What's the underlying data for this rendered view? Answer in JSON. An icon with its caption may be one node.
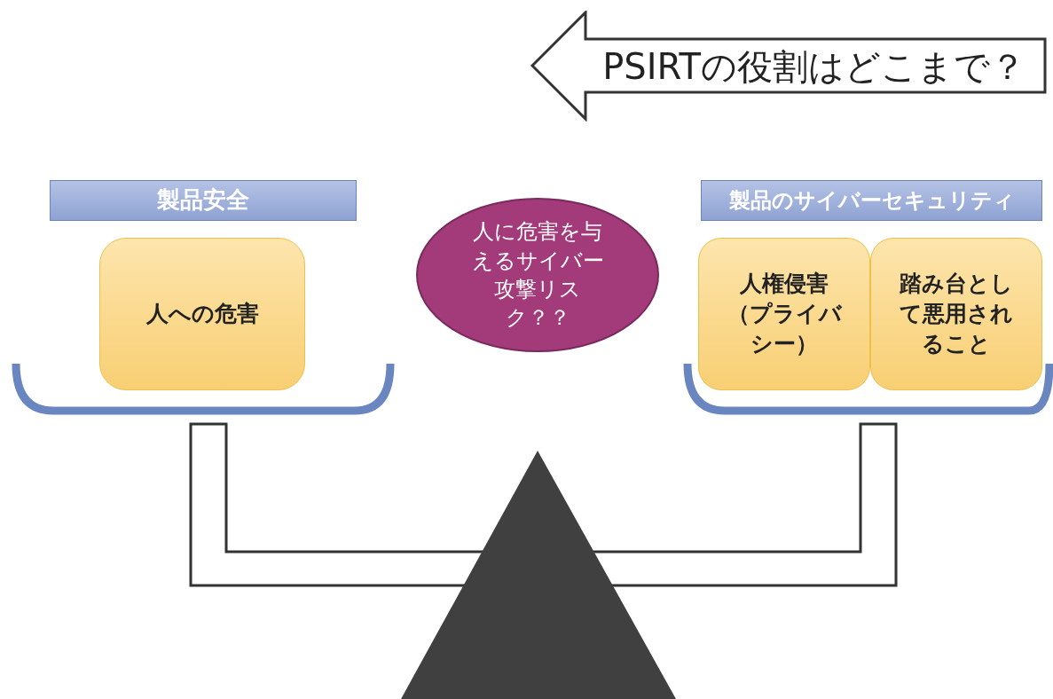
{
  "diagram": {
    "nodes": [
      {
        "text": [
          "PSIRTの役割はどこまで？"
        ]
      },
      {
        "text": [
          "製品安全"
        ]
      },
      {
        "text": [
          "人への危害"
        ]
      },
      {
        "text": [
          "人に危害を与えるサイバー攻撃リスク？？"
        ]
      },
      {
        "text": [
          "製品のサイバーセキュリティ"
        ]
      },
      {
        "text": [
          "人権侵害（プライバシー）"
        ]
      },
      {
        "text": [
          "踏み台として悪用されること"
        ]
      }
    ]
  }
}
